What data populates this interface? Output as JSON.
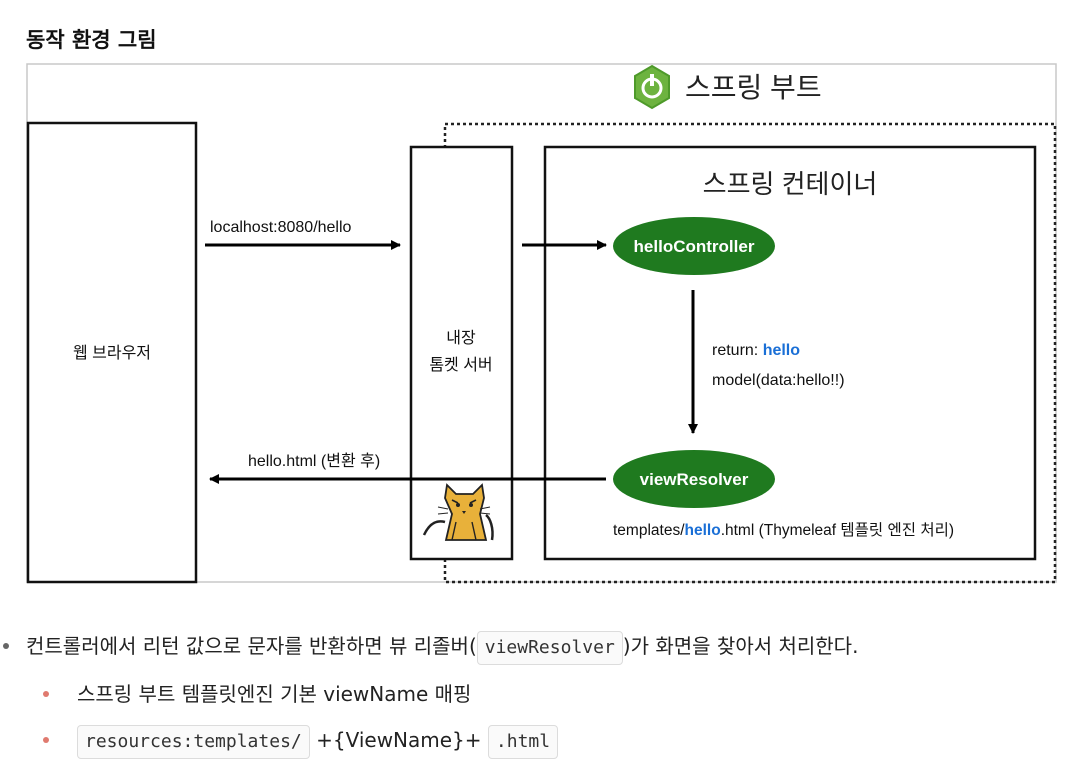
{
  "heading": "동작 환경 그림",
  "diagram": {
    "spring_boot_label": "스프링 부트",
    "spring_container_label": "스프링 컨테이너",
    "web_browser_label": "웹 브라우저",
    "tomcat_label_line1": "내장",
    "tomcat_label_line2": "톰켓 서버",
    "request_url": "localhost:8080/hello",
    "response_label": "hello.html (변환 후)",
    "controller_label": "helloController",
    "view_resolver_label": "viewResolver",
    "return_prefix": "return: ",
    "return_value": "hello",
    "model_label": "model(data:hello!!)",
    "template_prefix": "templates/",
    "template_name": "hello",
    "template_suffix": ".html (Thymeleaf 템플릿 엔진 처리)",
    "colors": {
      "spring_green": "#6db33f",
      "node_green": "#1f7a1f",
      "highlight_blue": "#1a6fd6"
    },
    "icons": [
      "spring-power-icon",
      "tomcat-cat-icon"
    ]
  },
  "notes": {
    "main_before": "컨트롤러에서 리턴 값으로 문자를 반환하면 뷰 리졸버(",
    "main_code": "viewResolver",
    "main_after": ")가 화면을 찾아서 처리한다.",
    "sub1": "스프링 부트 템플릿엔진 기본 viewName 매핑",
    "sub2_code1": "resources:templates/",
    "sub2_middle": "+{ViewName}+",
    "sub2_code2": ".html"
  }
}
